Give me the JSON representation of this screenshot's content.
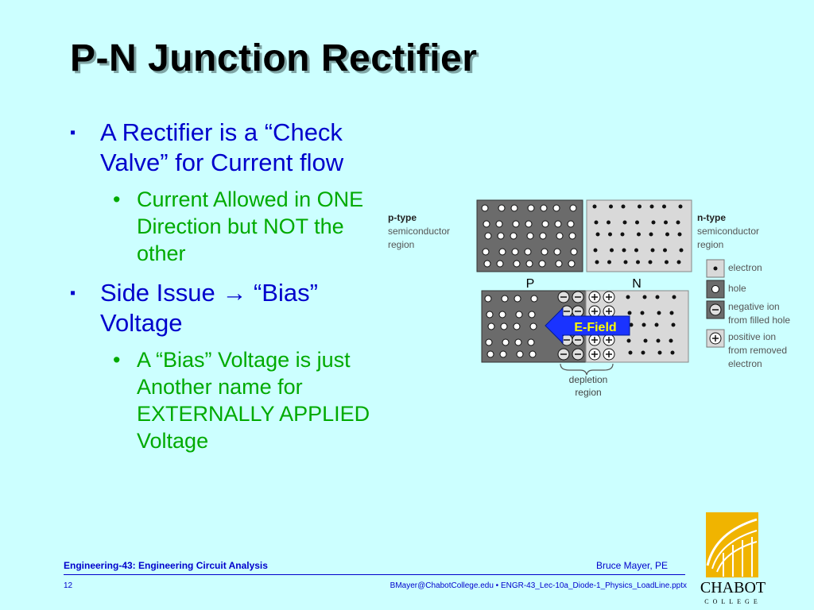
{
  "slide": {
    "title": "P-N Junction Rectifier",
    "bullets": [
      {
        "text": "A Rectifier is a “Check Valve” for Current flow",
        "sub": [
          "Current Allowed in ONE Direction but NOT the other"
        ]
      },
      {
        "text": "Side Issue → “Bias” Voltage",
        "sub": [
          "A “Bias” Voltage is just Another name for EXTERNALLY APPLIED Voltage"
        ]
      }
    ]
  },
  "diagram": {
    "p_type_title": "p-type",
    "p_type_sub1": "semiconductor",
    "p_type_sub2": "region",
    "n_type_title": "n-type",
    "n_type_sub1": "semiconductor",
    "n_type_sub2": "region",
    "p_label": "P",
    "n_label": "N",
    "efield_label": "E-Field",
    "depletion_line1": "depletion",
    "depletion_line2": "region",
    "legend": {
      "electron": "electron",
      "hole": "hole",
      "negative_ion_1": "negative ion",
      "negative_ion_2": "from filled hole",
      "positive_ion_1": "positive ion",
      "positive_ion_2": "from removed",
      "positive_ion_3": "electron"
    },
    "colors": {
      "p_region": "#6b6b6b",
      "n_region": "#d9d9d9",
      "efield_arrow": "#1a33ff",
      "efield_text": "#ffff00"
    }
  },
  "footer": {
    "course": "Engineering-43: Engineering Circuit Analysis",
    "author": "Bruce Mayer, PE",
    "page_number": "12",
    "file_info": "BMayer@ChabotCollege.edu  • ENGR-43_Lec-10a_Diode-1_Physics_LoadLine.pptx"
  },
  "logo": {
    "name": "CHABOT",
    "sub": "COLLEGE"
  }
}
